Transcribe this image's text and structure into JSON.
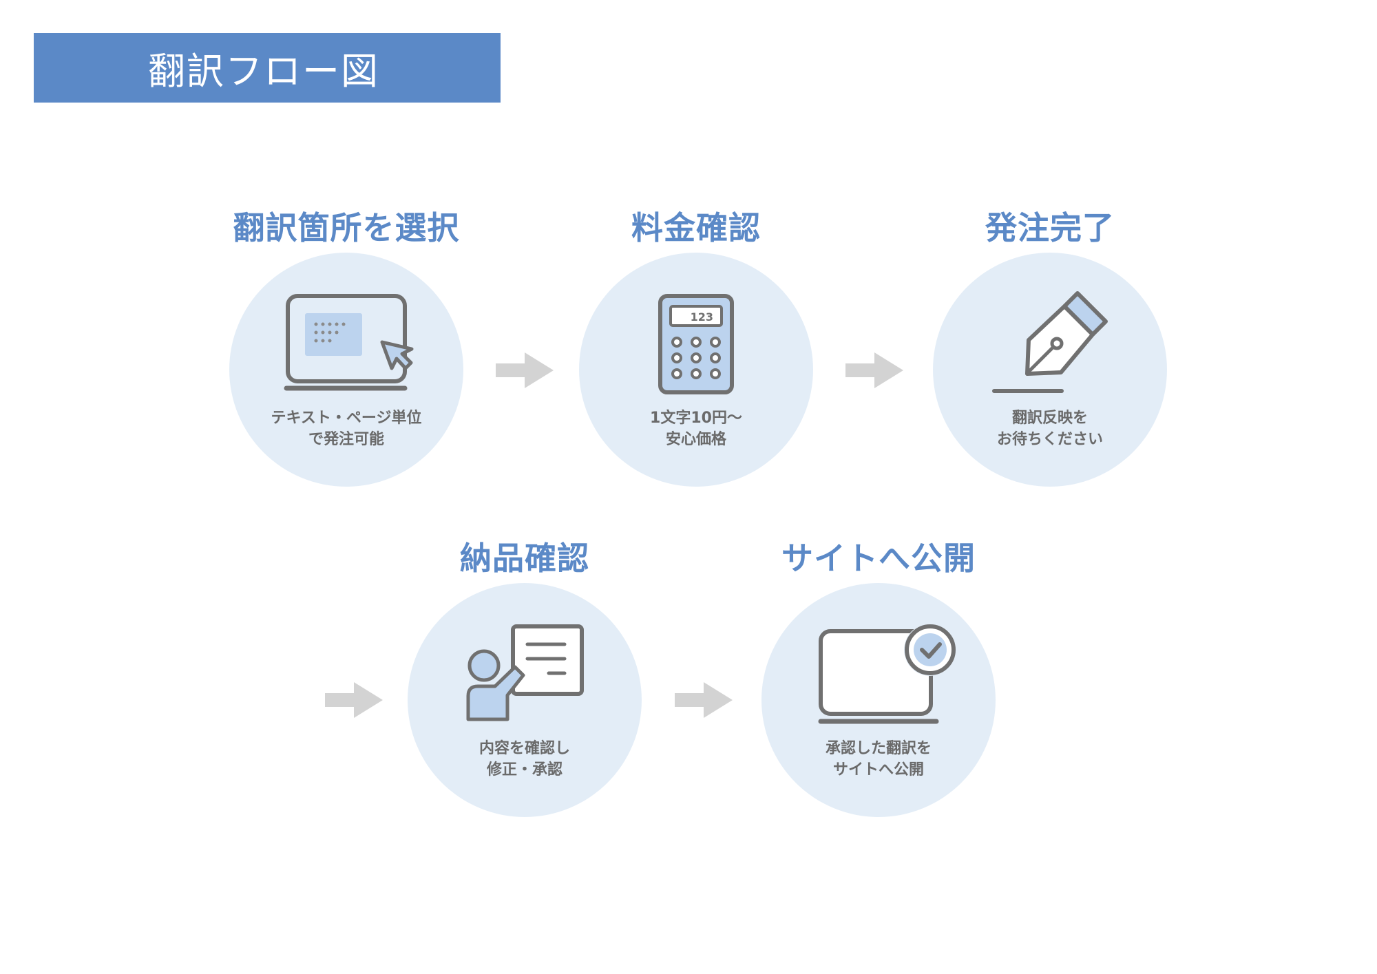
{
  "header": {
    "title": "翻訳フロー図"
  },
  "steps": [
    {
      "title": "翻訳箇所を選択",
      "desc_line1": "テキスト・ページ単位",
      "desc_line2": "で発注可能",
      "icon": "laptop-cursor-icon"
    },
    {
      "title": "料金確認",
      "desc_line1": "1文字10円～",
      "desc_line2": "安心価格",
      "icon": "calculator-icon",
      "display_value": "123"
    },
    {
      "title": "発注完了",
      "desc_line1": "翻訳反映を",
      "desc_line2": "お待ちください",
      "icon": "fountain-pen-icon"
    },
    {
      "title": "納品確認",
      "desc_line1": "内容を確認し",
      "desc_line2": "修正・承認",
      "icon": "presenter-board-icon"
    },
    {
      "title": "サイトへ公開",
      "desc_line1": "承認した翻訳を",
      "desc_line2": "サイトへ公開",
      "icon": "laptop-check-icon"
    }
  ],
  "colors": {
    "accent": "#5b89c7",
    "circle": "#e3edf7",
    "icon_stroke": "#707070",
    "icon_fill": "#bcd3ee",
    "arrow": "#d3d3d3",
    "text": "#6a6a6a"
  }
}
